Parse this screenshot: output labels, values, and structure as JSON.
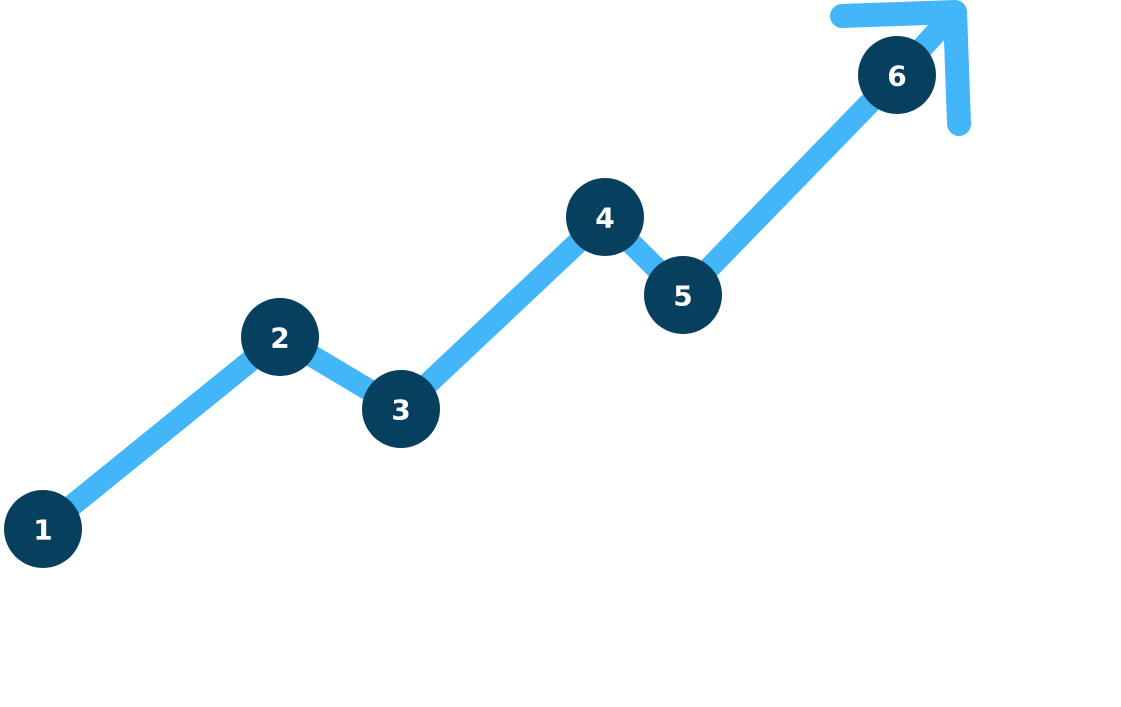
{
  "diagram": {
    "type": "ascending-step-path",
    "line_color": "#42B6F8",
    "node_color": "#07405F",
    "label_color": "#FFFFFF",
    "arrow": "up-right",
    "steps": [
      {
        "label": "1"
      },
      {
        "label": "2"
      },
      {
        "label": "3"
      },
      {
        "label": "4"
      },
      {
        "label": "5"
      },
      {
        "label": "6"
      }
    ]
  }
}
